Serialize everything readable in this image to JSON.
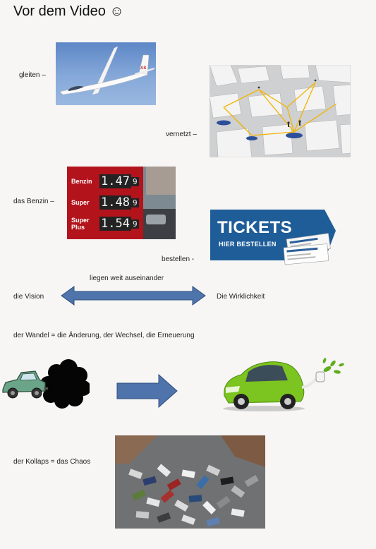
{
  "title": "Vor dem Video",
  "smiley": "☺",
  "labels": {
    "gleiten": "gleiten –",
    "vernetzt": "vernetzt –",
    "benzin": "das Benzin –",
    "bestellen": "bestellen -",
    "auseinander": "liegen weit auseinander",
    "vision": "die Vision",
    "wirklichkeit": "Die Wirklichkeit",
    "wandel": "der Wandel =  die Änderung, der Wechsel, die Erneuerung",
    "kollaps": "der Kollaps = das Chaos"
  },
  "fuel": {
    "rows": [
      {
        "name": "Benzin",
        "price": "1.47",
        "tenth": "9"
      },
      {
        "name": "Super",
        "price": "1.48",
        "tenth": "9"
      },
      {
        "name": "Super Plus",
        "price": "1.54",
        "tenth": "9"
      }
    ]
  },
  "tickets": {
    "big": "TICKETS",
    "small": "HIER BESTELLEN"
  },
  "glider_tail": "AS",
  "colors": {
    "arrow_fill": "#4f73ab",
    "arrow_stroke": "#2f4e7e",
    "ticket_blue": "#1f5d99",
    "ecar_green": "#7cc41f"
  }
}
